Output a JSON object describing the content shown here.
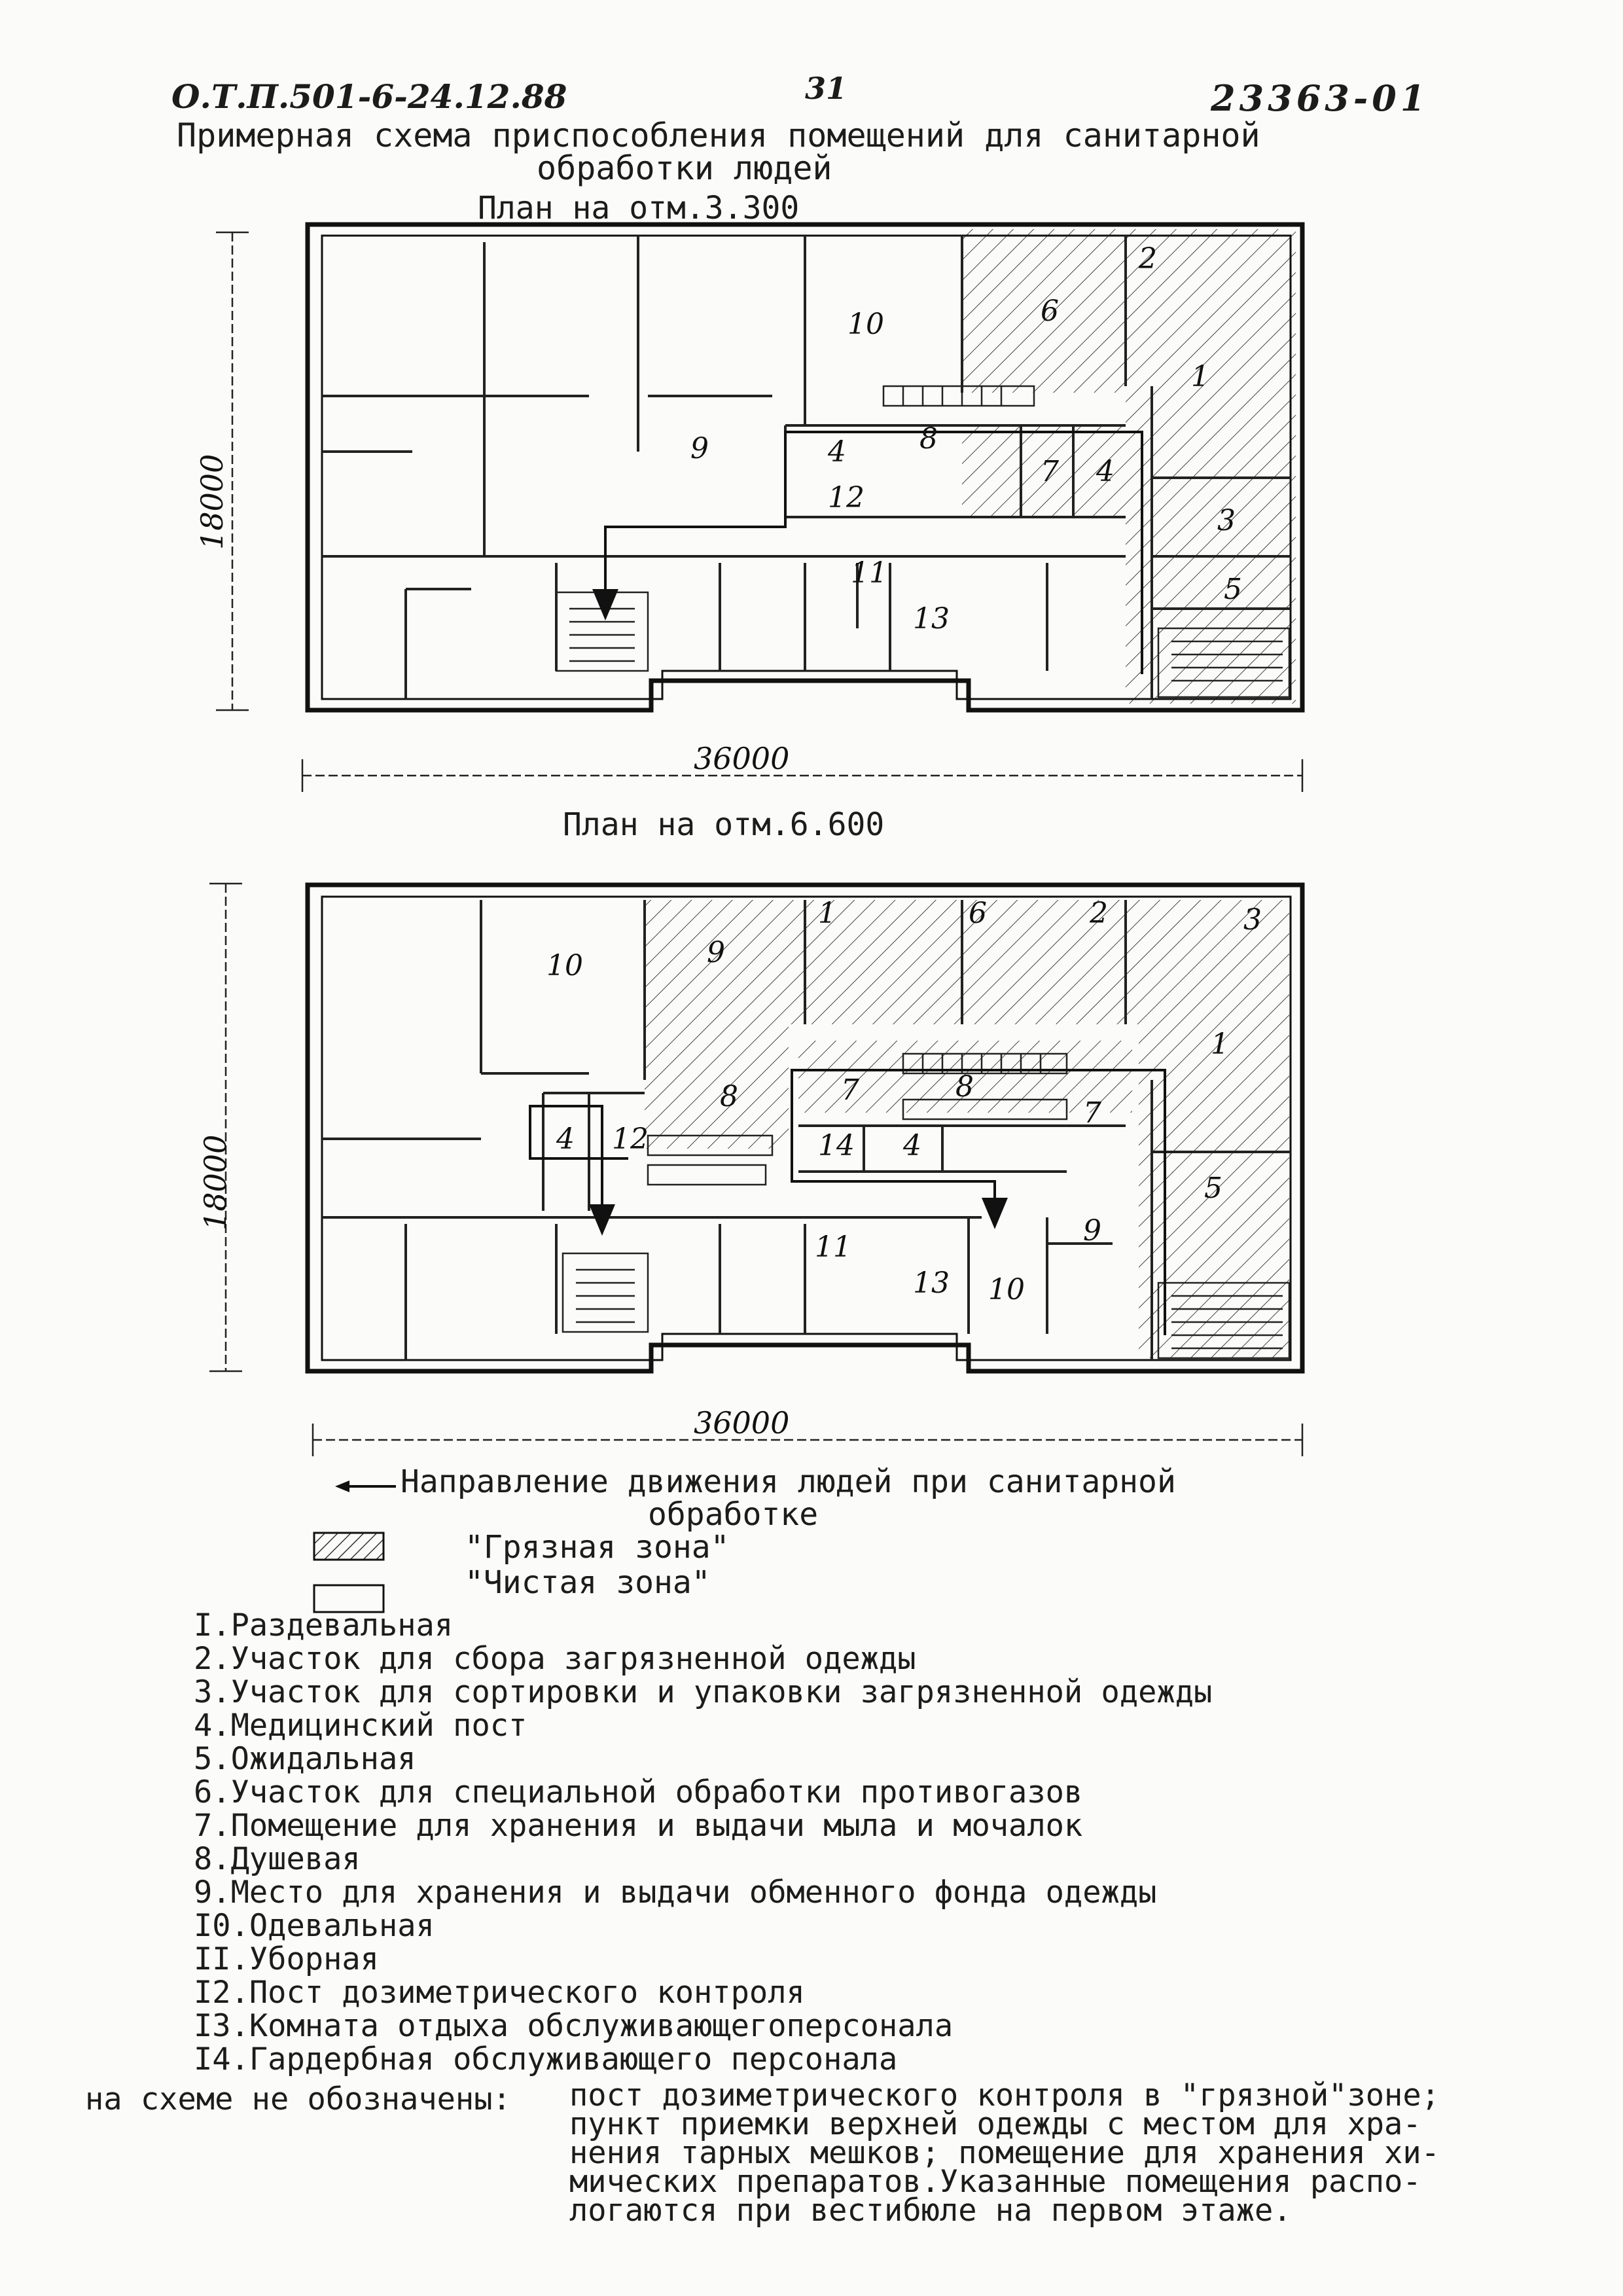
{
  "header": {
    "doc_code": "О.Т.П.501-6-24.12.88",
    "page_number": "31",
    "sheet_code": "23363-01",
    "title_line1": "Примерная схема приспособления помещений для санитарной",
    "title_line2": "обработки людей"
  },
  "plans": [
    {
      "title": "План на отм.3.300",
      "dim_width": "36000",
      "dim_height": "18000",
      "room_labels": [
        "1",
        "2",
        "3",
        "4",
        "4",
        "5",
        "6",
        "7",
        "8",
        "9",
        "10",
        "11",
        "12",
        "13"
      ]
    },
    {
      "title": "План на отм.6.600",
      "dim_width": "36000",
      "dim_height": "18000",
      "room_labels": [
        "1",
        "1",
        "2",
        "3",
        "4",
        "4",
        "5",
        "6",
        "7",
        "7",
        "8",
        "8",
        "9",
        "9",
        "10",
        "10",
        "11",
        "12",
        "13",
        "14"
      ]
    }
  ],
  "legend": {
    "arrow_line1": "Направление движения людей при санитарной",
    "arrow_line2": "обработке",
    "dirty_zone": "\"Грязная зона\"",
    "clean_zone": "\"Чистая зона\""
  },
  "rooms": [
    "I.Раздевальная",
    "2.Участок для сбора загрязненной одежды",
    "3.Участок для сортировки и упаковки загрязненной одежды",
    "4.Медицинский пост",
    "5.Ожидальная",
    "6.Участок для специальной обработки противогазов",
    "7.Помещение для хранения и выдачи мыла и мочалок",
    "8.Душевая",
    "9.Место для хранения и выдачи обменного фонда одежды",
    "I0.Одевальная",
    "II.Уборная",
    "I2.Пост дозиметрического контроля",
    "I3.Комната отдыха обслуживающегоперсонала",
    "I4.Гардербная обслуживающего персонала"
  ],
  "note": {
    "label": "на схеме не обозначены:",
    "lines": [
      "пост дозиметрического контроля в \"грязной\"зоне;",
      "пункт приемки верхней одежды с местом для хра-",
      "нения тарных мешков; помещение для хранения хи-",
      "мических препаратов.Указанные помещения распо-",
      "логаются  при вестибюле на первом этаже."
    ]
  }
}
